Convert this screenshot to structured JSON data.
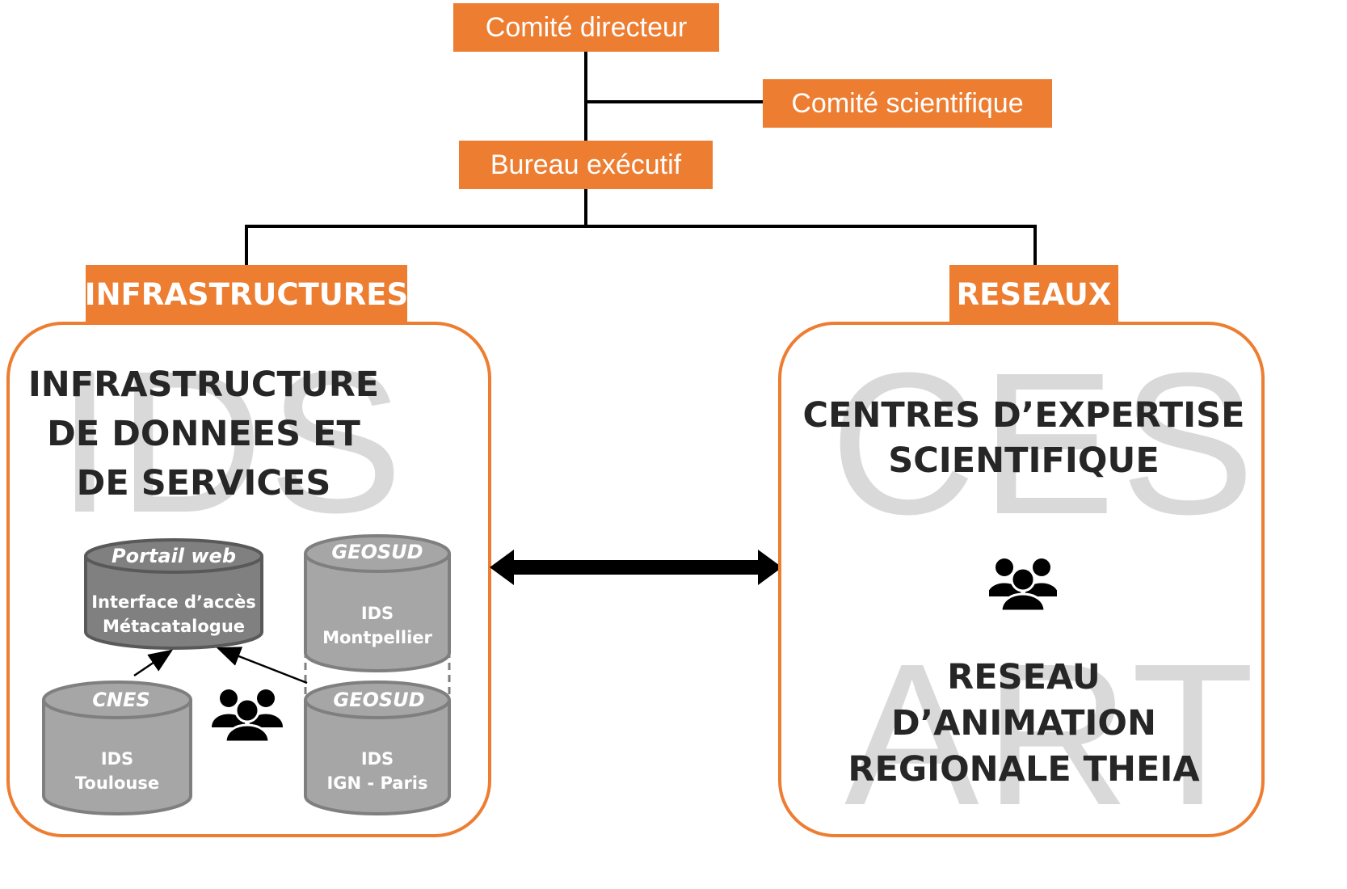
{
  "governance": {
    "comite_directeur": "Comité directeur",
    "comite_scientifique": "Comité scientifique",
    "bureau_executif": "Bureau exécutif"
  },
  "infrastructures": {
    "tab_label": "INFRASTRUCTURES",
    "watermark": "IDS",
    "title_lines": [
      "INFRASTRUCTURE",
      "DE DONNEES ET",
      "DE SERVICES"
    ],
    "databases": {
      "portail": {
        "top": "Portail web",
        "line1": "Interface d’accès",
        "line2": "Métacatalogue"
      },
      "geosud_montpellier": {
        "top": "GEOSUD",
        "line1": "IDS",
        "line2": "Montpellier"
      },
      "cnes": {
        "top": "CNES",
        "line1": "IDS",
        "line2": "Toulouse"
      },
      "geosud_ign": {
        "top": "GEOSUD",
        "line1": "IDS",
        "line2": "IGN - Paris"
      }
    },
    "group_icon": "users-group-icon"
  },
  "reseaux": {
    "tab_label": "RESEAUX",
    "watermark_top": "CES",
    "watermark_bottom": "ART",
    "title_top_lines": [
      "CENTRES D’EXPERTISE",
      "SCIENTIFIQUE"
    ],
    "title_bottom_lines": [
      "RESEAU",
      "D’ANIMATION",
      "REGIONALE THEIA"
    ],
    "group_icon": "users-group-icon"
  },
  "colors": {
    "accent": "#ED7D31",
    "watermark": "#D9D9D9",
    "db_dark": "#808080",
    "db_light": "#A6A6A6",
    "text_dark": "#262626"
  }
}
